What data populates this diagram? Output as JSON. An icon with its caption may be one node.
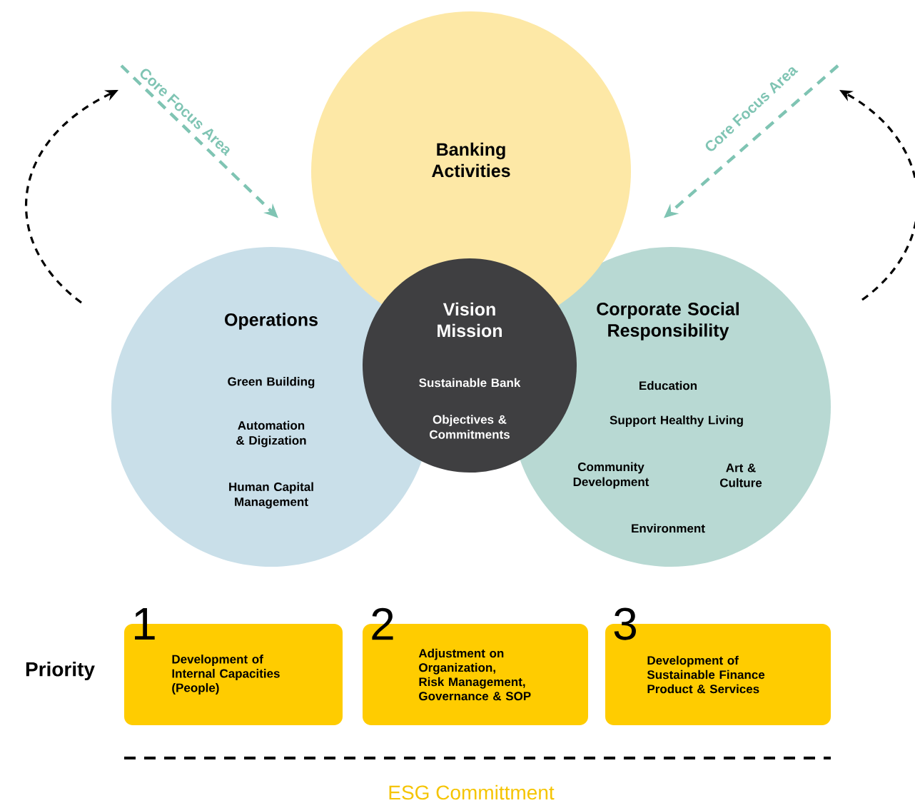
{
  "diagram": {
    "nodes": [
      {
        "text": [
          "Banking Activities"
        ]
      },
      {
        "text": [
          "Operations",
          "Green Building",
          "Automation & Digization",
          "Human Capital Management"
        ]
      },
      {
        "text": [
          "Vision Mission",
          "Sustainable Bank",
          "Objectives & Commitments"
        ]
      },
      {
        "text": [
          "Corporate Social Responsibility",
          "Education",
          "Support Healthy Living",
          "Community Development",
          "Art & Culture",
          "Environment"
        ]
      },
      {
        "text": [
          "1",
          "Development of Internal Capacities (People)"
        ]
      },
      {
        "text": [
          "2",
          "Adjustment on Organization, Risk Management, Governance & SOP"
        ]
      },
      {
        "text": [
          "3",
          "Development of Sustainable Finance Product & Services"
        ]
      }
    ],
    "edges": [
      {
        "from": null,
        "to": 1,
        "arrow": "to",
        "label": "Core Focus Area",
        "style": "dashed",
        "color": "#7fc4b3"
      },
      {
        "from": null,
        "to": 3,
        "arrow": "to",
        "label": "Core Focus Area",
        "style": "dashed",
        "color": "#7fc4b3"
      }
    ],
    "labels": [
      "Priority",
      "ESG Committment"
    ]
  }
}
